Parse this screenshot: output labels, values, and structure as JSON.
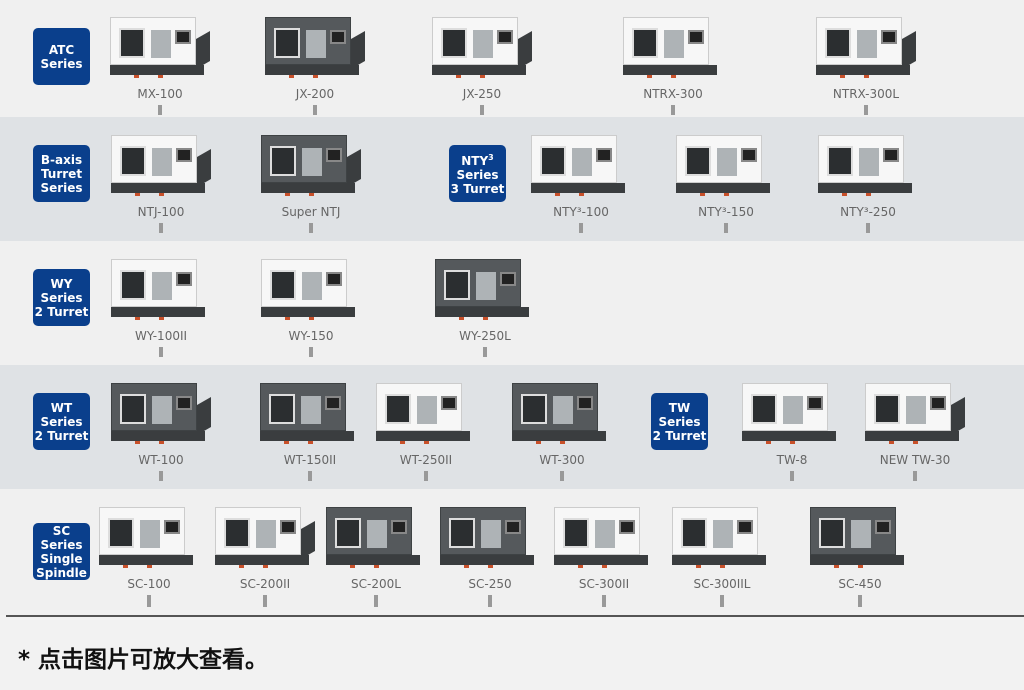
{
  "rows": [
    {
      "badge": [
        "ATC",
        "Series"
      ],
      "items": [
        "MX-100",
        "JX-200",
        "JX-250",
        "NTRX-300",
        "NTRX-300L"
      ]
    },
    {
      "badge": [
        "B-axis",
        "Turret",
        "Series"
      ],
      "items": [
        "NTJ-100",
        "Super NTJ",
        "NTY³-100",
        "NTY³-150",
        "NTY³-250"
      ],
      "badge2": [
        "NTY",
        "Series",
        "3 Turret"
      ],
      "badge2_sup": "3"
    },
    {
      "badge": [
        "WY",
        "Series",
        "2 Turret"
      ],
      "items": [
        "WY-100II",
        "WY-150",
        "WY-250L"
      ]
    },
    {
      "badge": [
        "WT",
        "Series",
        "2 Turret"
      ],
      "items": [
        "WT-100",
        "WT-150II",
        "WT-250II",
        "WT-300",
        "TW-8",
        "NEW TW-30"
      ],
      "badge2": [
        "TW",
        "Series",
        "2 Turret"
      ]
    },
    {
      "badge": [
        "SC Series",
        "Single",
        "Spindle"
      ],
      "items": [
        "SC-100",
        "SC-200II",
        "SC-200L",
        "SC-250",
        "SC-300II",
        "SC-300IIL",
        "SC-450"
      ]
    }
  ],
  "footer": "* 点击图片可放大查看。",
  "colors": {
    "badge": "#0a3f8c",
    "row_light": "#f0f0f0",
    "row_gray": "#dfe2e5"
  }
}
